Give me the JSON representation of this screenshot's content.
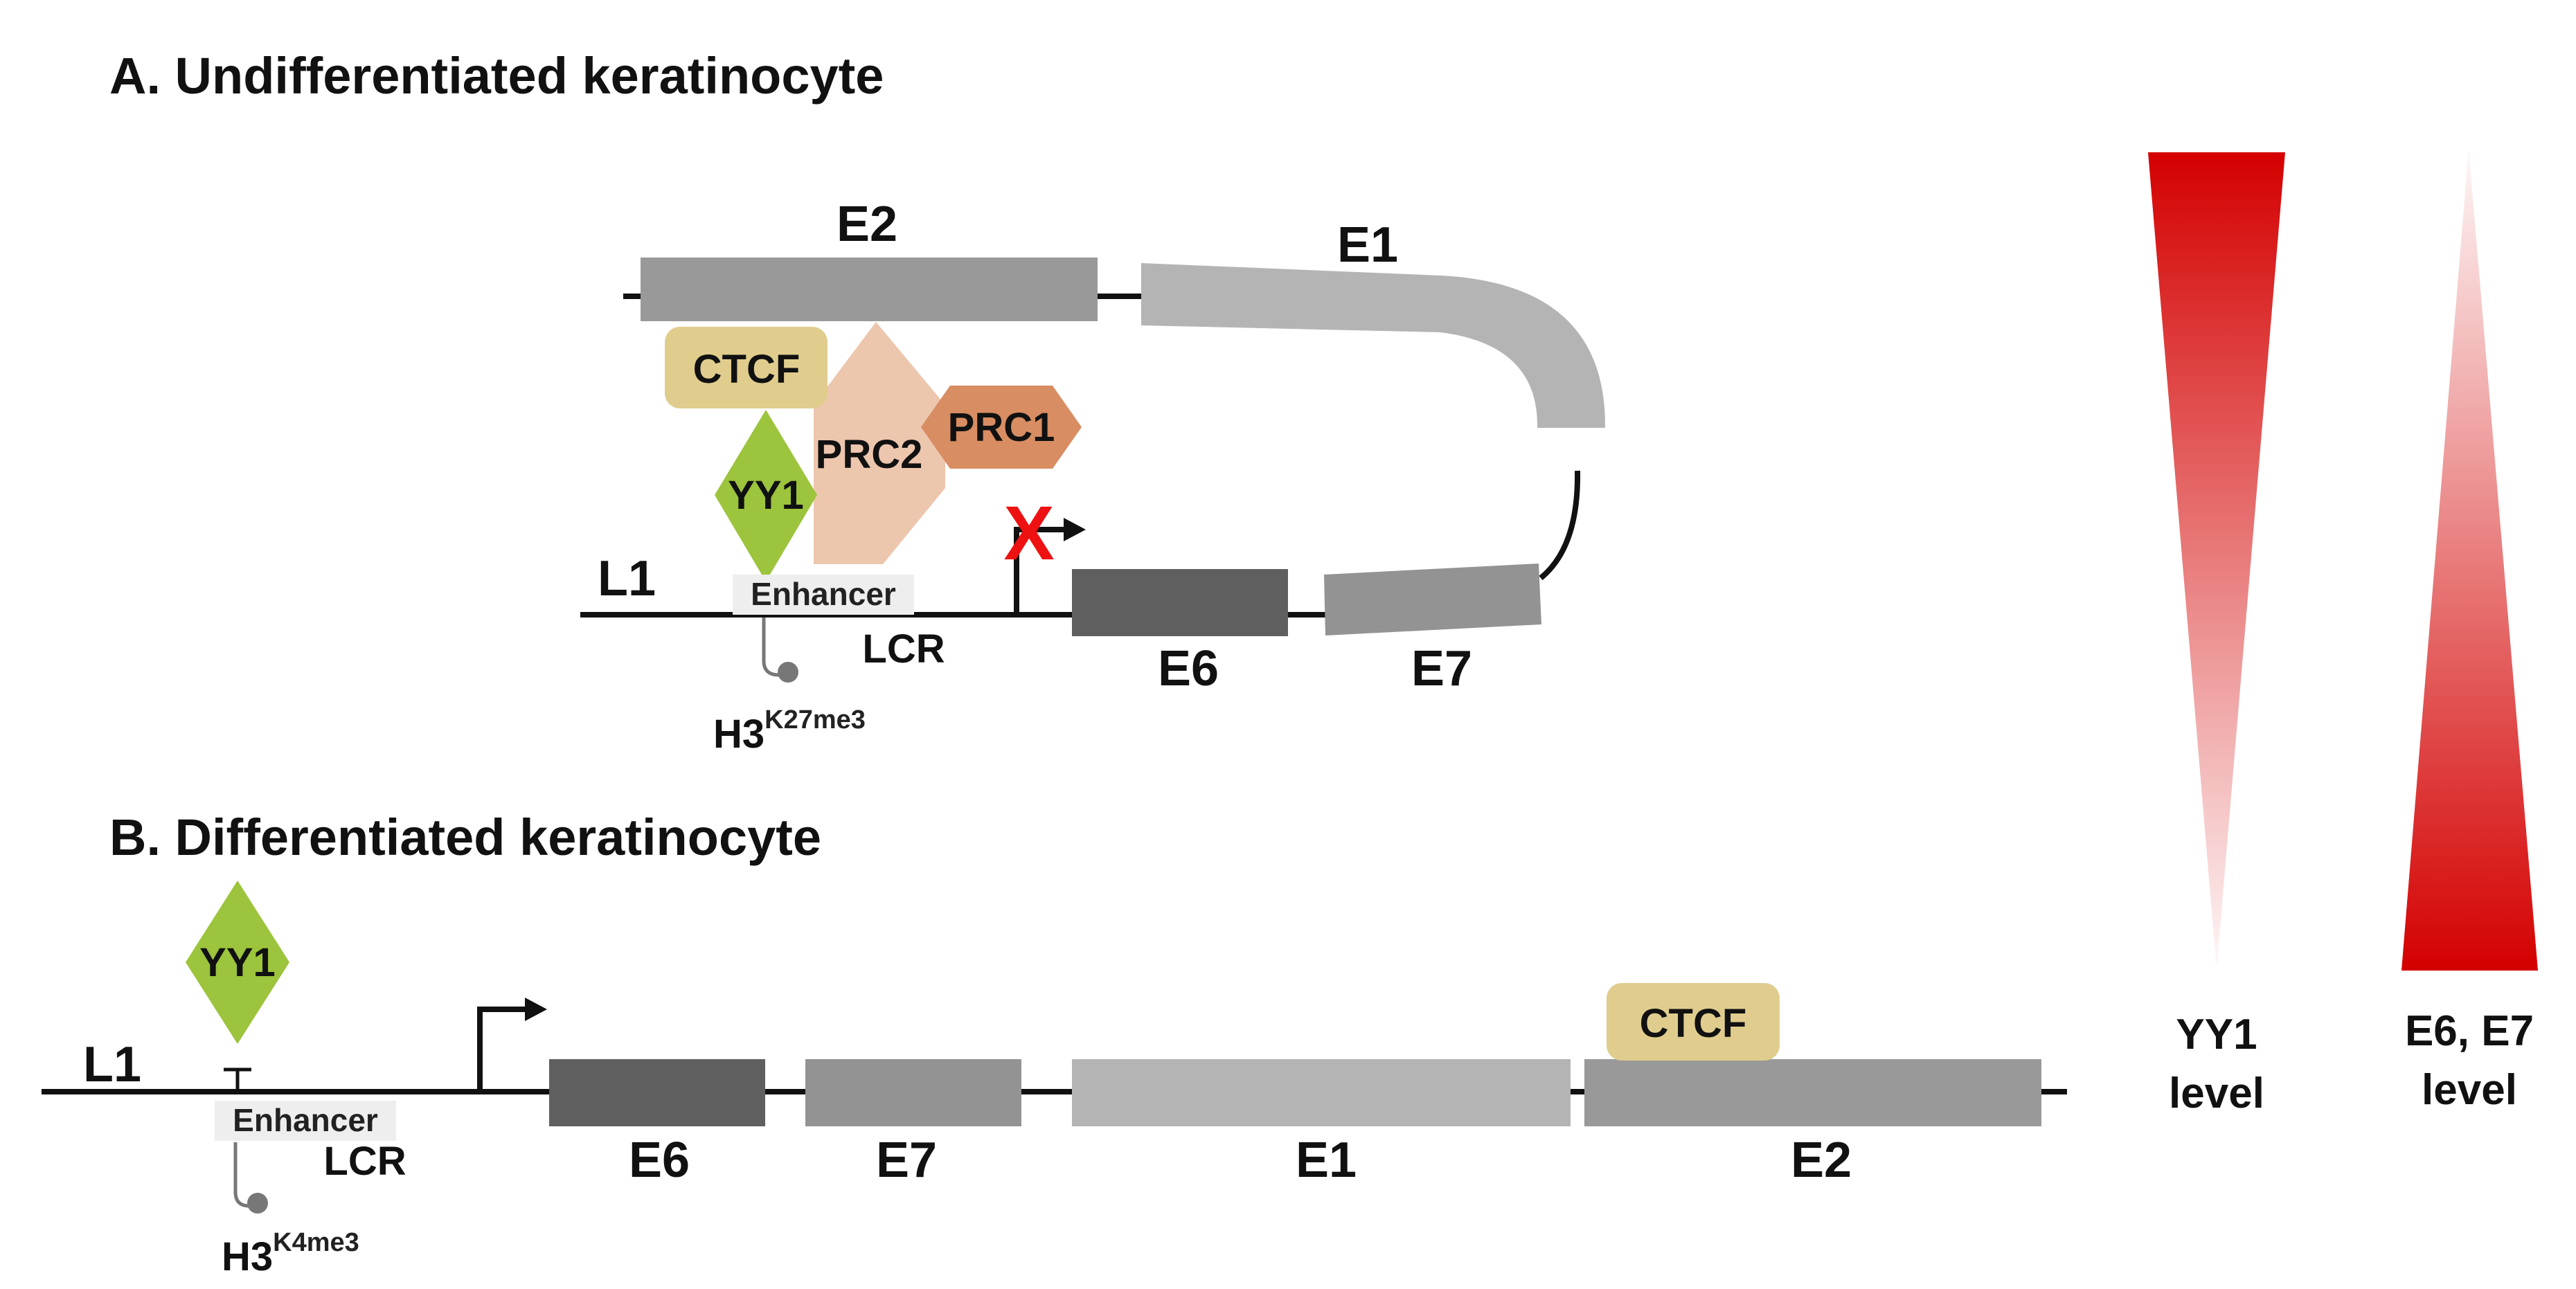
{
  "panel_a": {
    "title": "A. Undifferentiated keratinocyte",
    "genes": {
      "e2": "E2",
      "e1": "E1",
      "e6": "E6",
      "e7": "E7"
    },
    "region": "L1",
    "proteins": {
      "ctcf": "CTCF",
      "prc2": "PRC2",
      "prc1": "PRC1",
      "yy1": "YY1"
    },
    "enhancer": "Enhancer",
    "lcr": "LCR",
    "histone_base": "H3",
    "histone_mark": "K27me3",
    "repressed_marker": "X"
  },
  "panel_b": {
    "title": "B. Differentiated keratinocyte",
    "genes": {
      "e6": "E6",
      "e7": "E7",
      "e1": "E1",
      "e2": "E2"
    },
    "region": "L1",
    "proteins": {
      "yy1": "YY1",
      "ctcf": "CTCF"
    },
    "enhancer": "Enhancer",
    "lcr": "LCR",
    "histone_base": "H3",
    "histone_mark": "K4me3"
  },
  "gradients": {
    "yy1_label_line1": "YY1",
    "yy1_label_line2": "level",
    "e6e7_label_line1": "E6, E7",
    "e6e7_label_line2": "level",
    "color": "#d40000"
  },
  "colors": {
    "e6": "#5f5f5f",
    "e7": "#939393",
    "e1": "#b4b4b4",
    "e2": "#999999",
    "ctcf": "#e0cd8e",
    "prc2": "#edc6ae",
    "prc1": "#d88d62",
    "yy1": "#9cc43c"
  }
}
